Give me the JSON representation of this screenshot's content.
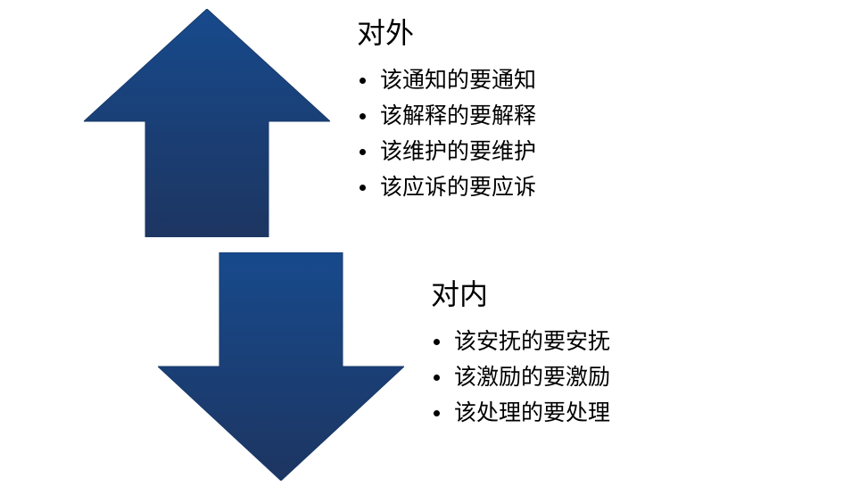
{
  "colors": {
    "arrow_top": "#174a8c",
    "arrow_bottom": "#1d3561",
    "text": "#000000",
    "background": "#ffffff"
  },
  "external": {
    "title": "对外",
    "items": [
      "该通知的要通知",
      "该解释的要解释",
      "该维护的要维护",
      "该应诉的要应诉"
    ]
  },
  "internal": {
    "title": "对内",
    "items": [
      "该安抚的要安抚",
      "该激励的要激励",
      "该处理的要处理"
    ]
  }
}
